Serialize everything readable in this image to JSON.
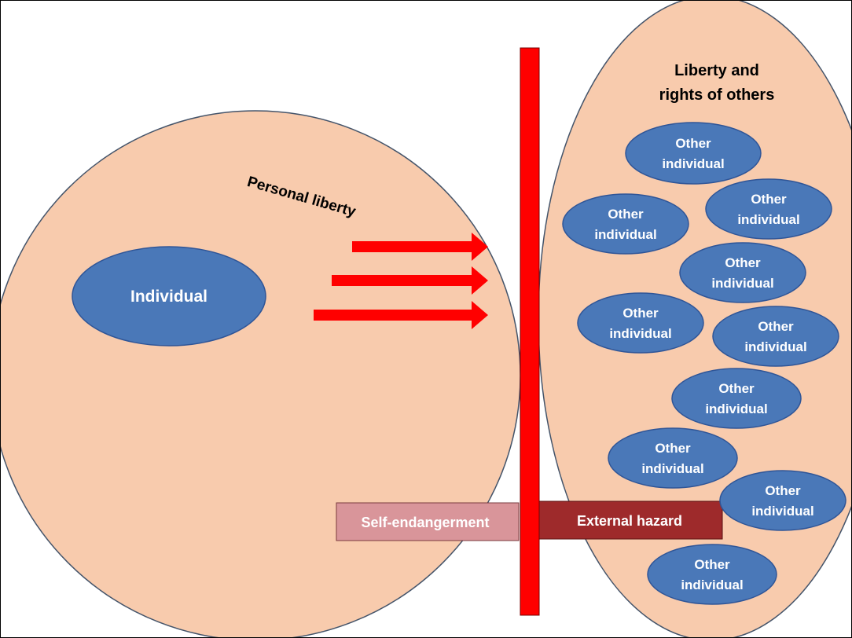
{
  "colors": {
    "circle_fill": "#f8cbad",
    "circle_stroke": "#44546a",
    "ellipse_fill": "#4a78b8",
    "ellipse_stroke": "#2f5597",
    "barrier": "#ff0000",
    "arrow": "#ff0000",
    "self_box": "#d9959a",
    "external_box": "#9e2a2b"
  },
  "labels": {
    "individual": "Individual",
    "personal_liberty": "Personal liberty",
    "others_title_line1": "Liberty and",
    "others_title_line2": "rights of others",
    "other_line1": "Other",
    "other_line2": "individual",
    "self_endangerment": "Self-endangerment",
    "external_hazard": "External hazard"
  }
}
